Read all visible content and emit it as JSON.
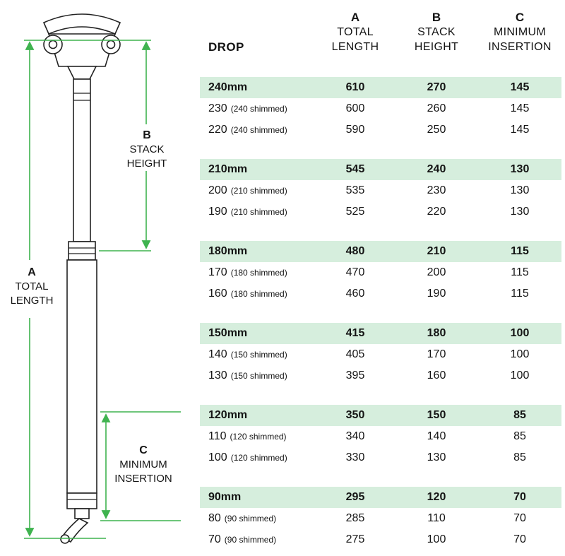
{
  "colors": {
    "accent": "#3FB34F",
    "highlight": "#D6EEDD"
  },
  "diagram": {
    "a_label": {
      "letter": "A",
      "line1": "TOTAL",
      "line2": "LENGTH"
    },
    "b_label": {
      "letter": "B",
      "line1": "STACK",
      "line2": "HEIGHT"
    },
    "c_label": {
      "letter": "C",
      "line1": "MINIMUM",
      "line2": "INSERTION"
    }
  },
  "table": {
    "drop_header": "DROP",
    "columns": [
      {
        "letter": "A",
        "line1": "TOTAL",
        "line2": "LENGTH"
      },
      {
        "letter": "B",
        "line1": "STACK",
        "line2": "HEIGHT"
      },
      {
        "letter": "C",
        "line1": "MINIMUM",
        "line2": "INSERTION"
      }
    ],
    "groups": [
      {
        "rows": [
          {
            "drop": "240mm",
            "shim": "",
            "a": "610",
            "b": "270",
            "c": "145",
            "highlight": true
          },
          {
            "drop": "230",
            "shim": "(240 shimmed)",
            "a": "600",
            "b": "260",
            "c": "145",
            "highlight": false
          },
          {
            "drop": "220",
            "shim": "(240 shimmed)",
            "a": "590",
            "b": "250",
            "c": "145",
            "highlight": false
          }
        ]
      },
      {
        "rows": [
          {
            "drop": "210mm",
            "shim": "",
            "a": "545",
            "b": "240",
            "c": "130",
            "highlight": true
          },
          {
            "drop": "200",
            "shim": "(210 shimmed)",
            "a": "535",
            "b": "230",
            "c": "130",
            "highlight": false
          },
          {
            "drop": "190",
            "shim": "(210 shimmed)",
            "a": "525",
            "b": "220",
            "c": "130",
            "highlight": false
          }
        ]
      },
      {
        "rows": [
          {
            "drop": "180mm",
            "shim": "",
            "a": "480",
            "b": "210",
            "c": "115",
            "highlight": true
          },
          {
            "drop": "170",
            "shim": "(180 shimmed)",
            "a": "470",
            "b": "200",
            "c": "115",
            "highlight": false
          },
          {
            "drop": "160",
            "shim": "(180 shimmed)",
            "a": "460",
            "b": "190",
            "c": "115",
            "highlight": false
          }
        ]
      },
      {
        "rows": [
          {
            "drop": "150mm",
            "shim": "",
            "a": "415",
            "b": "180",
            "c": "100",
            "highlight": true
          },
          {
            "drop": "140",
            "shim": "(150 shimmed)",
            "a": "405",
            "b": "170",
            "c": "100",
            "highlight": false
          },
          {
            "drop": "130",
            "shim": "(150 shimmed)",
            "a": "395",
            "b": "160",
            "c": "100",
            "highlight": false
          }
        ]
      },
      {
        "rows": [
          {
            "drop": "120mm",
            "shim": "",
            "a": "350",
            "b": "150",
            "c": "85",
            "highlight": true
          },
          {
            "drop": "110",
            "shim": "(120 shimmed)",
            "a": "340",
            "b": "140",
            "c": "85",
            "highlight": false
          },
          {
            "drop": "100",
            "shim": "(120 shimmed)",
            "a": "330",
            "b": "130",
            "c": "85",
            "highlight": false
          }
        ]
      },
      {
        "rows": [
          {
            "drop": "90mm",
            "shim": "",
            "a": "295",
            "b": "120",
            "c": "70",
            "highlight": true
          },
          {
            "drop": "80",
            "shim": "(90 shimmed)",
            "a": "285",
            "b": "110",
            "c": "70",
            "highlight": false
          },
          {
            "drop": "70",
            "shim": "(90 shimmed)",
            "a": "275",
            "b": "100",
            "c": "70",
            "highlight": false
          }
        ]
      }
    ]
  },
  "chart_data": {
    "type": "table",
    "columns": [
      "DROP",
      "A TOTAL LENGTH",
      "B STACK HEIGHT",
      "C MINIMUM INSERTION"
    ],
    "rows": [
      [
        "240mm",
        610,
        270,
        145
      ],
      [
        "230 (240 shimmed)",
        600,
        260,
        145
      ],
      [
        "220 (240 shimmed)",
        590,
        250,
        145
      ],
      [
        "210mm",
        545,
        240,
        130
      ],
      [
        "200 (210 shimmed)",
        535,
        230,
        130
      ],
      [
        "190 (210 shimmed)",
        525,
        220,
        130
      ],
      [
        "180mm",
        480,
        210,
        115
      ],
      [
        "170 (180 shimmed)",
        470,
        200,
        115
      ],
      [
        "160 (180 shimmed)",
        460,
        190,
        115
      ],
      [
        "150mm",
        415,
        180,
        100
      ],
      [
        "140 (150 shimmed)",
        405,
        170,
        100
      ],
      [
        "130 (150 shimmed)",
        395,
        160,
        100
      ],
      [
        "120mm",
        350,
        150,
        85
      ],
      [
        "110 (120 shimmed)",
        340,
        140,
        85
      ],
      [
        "100 (120 shimmed)",
        330,
        130,
        85
      ],
      [
        "90mm",
        295,
        120,
        70
      ],
      [
        "80 (90 shimmed)",
        285,
        110,
        70
      ],
      [
        "70 (90 shimmed)",
        275,
        100,
        70
      ]
    ]
  }
}
